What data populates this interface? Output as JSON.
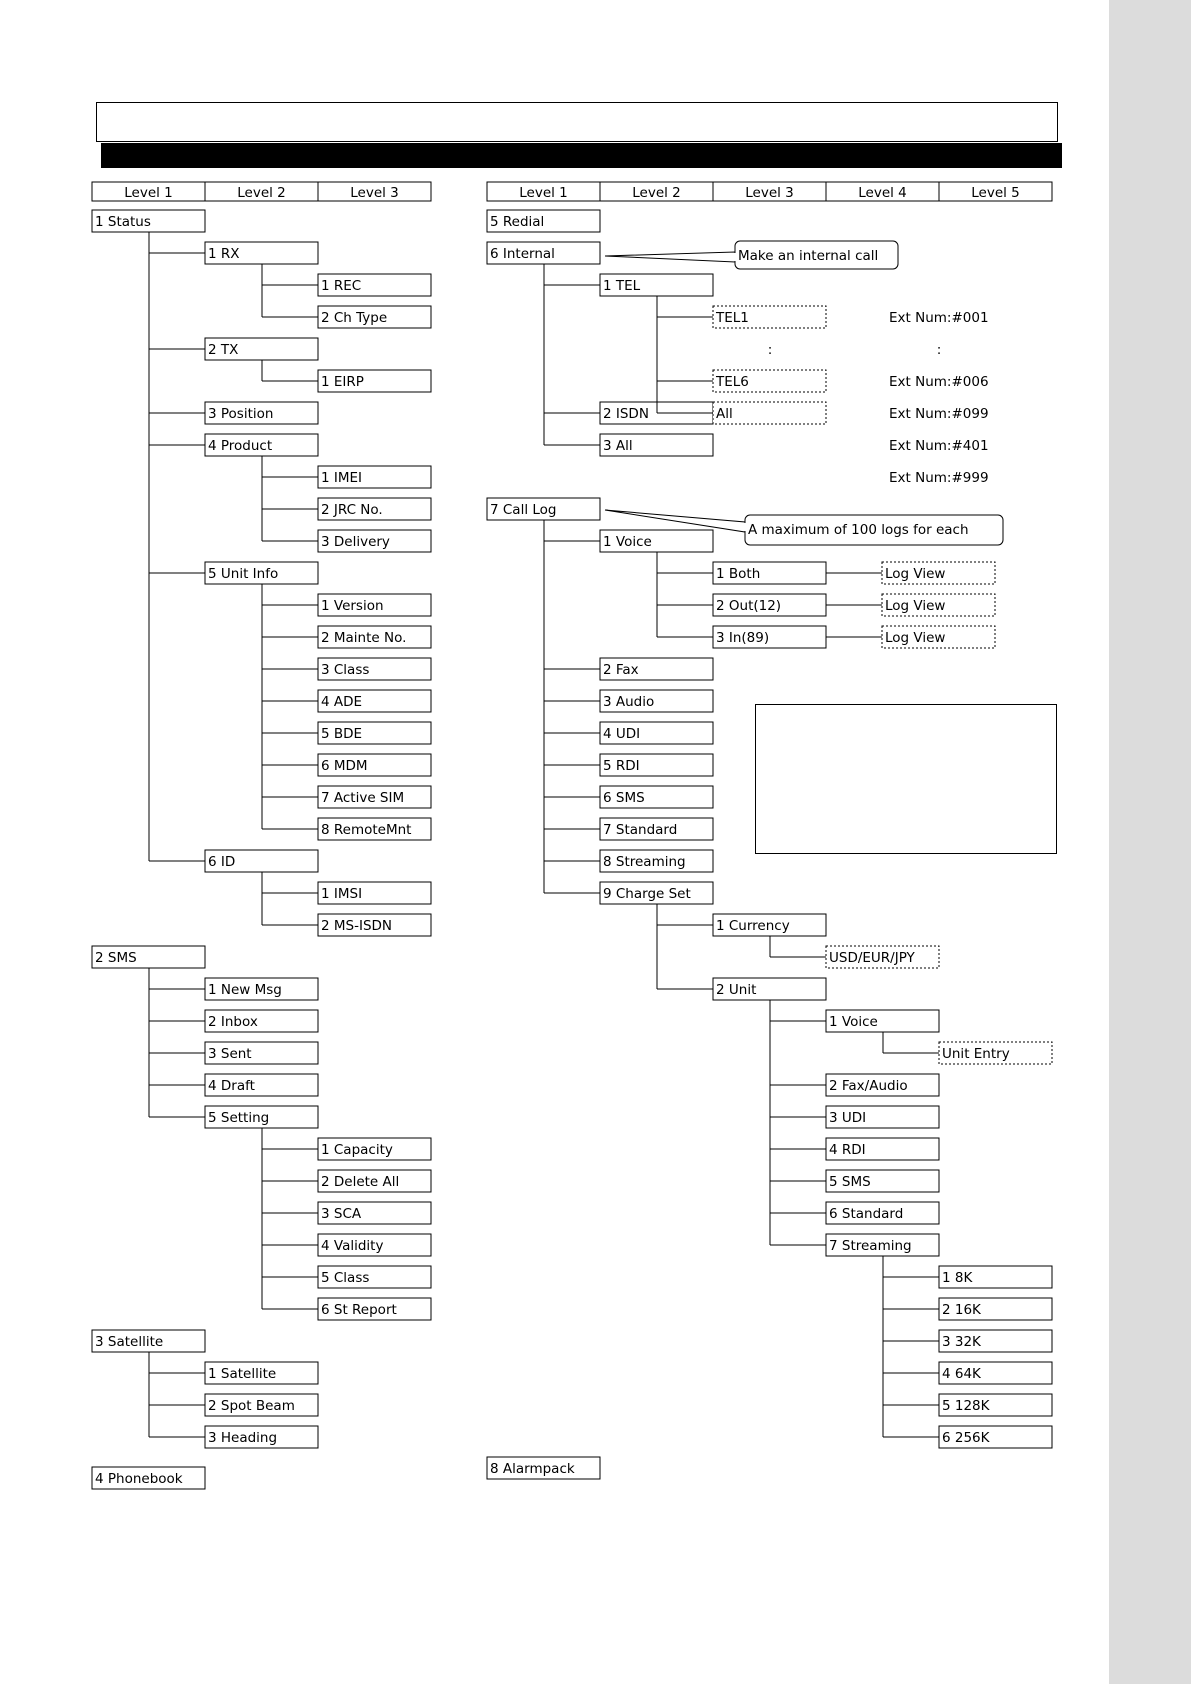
{
  "left_headers": [
    "Level 1",
    "Level 2",
    "Level 3"
  ],
  "right_headers": [
    "Level 1",
    "Level 2",
    "Level 3",
    "Level 4",
    "Level 5"
  ],
  "menu": {
    "status": {
      "label": "1 Status",
      "rx": {
        "label": "1 RX",
        "items": [
          "1 REC",
          "2 Ch Type"
        ]
      },
      "tx": {
        "label": "2 TX",
        "items": [
          "1 EIRP"
        ]
      },
      "position": "3 Position",
      "product": {
        "label": "4 Product",
        "items": [
          "1 IMEI",
          "2 JRC No.",
          "3 Delivery"
        ]
      },
      "unit_info": {
        "label": "5 Unit Info",
        "items": [
          "1 Version",
          "2 Mainte No.",
          "3 Class",
          "4 ADE",
          "5 BDE",
          "6 MDM",
          "7 Active SIM",
          "8 RemoteMnt"
        ]
      },
      "id": {
        "label": "6 ID",
        "items": [
          "1 IMSI",
          "2 MS-ISDN"
        ]
      }
    },
    "sms": {
      "label": "2 SMS",
      "items": [
        "1 New Msg",
        "2 Inbox",
        "3 Sent",
        "4 Draft"
      ],
      "setting": {
        "label": "5 Setting",
        "items": [
          "1 Capacity",
          "2 Delete All",
          "3 SCA",
          "4 Validity",
          "5 Class",
          "6 St Report"
        ]
      }
    },
    "satellite": {
      "label": "3 Satellite",
      "items": [
        "1 Satellite",
        "2 Spot Beam",
        "3 Heading"
      ]
    },
    "phonebook": "4 Phonebook",
    "redial": "5 Redial",
    "internal": {
      "label": "6 Internal",
      "callout": "Make an internal call",
      "tel": {
        "label": "1 TEL",
        "items": [
          "TEL1",
          "TEL6",
          "All"
        ],
        "ellipsis": ":"
      },
      "isdn": "2 ISDN",
      "all": "3 All",
      "ext_nums": [
        "Ext Num:#001",
        "Ext Num:#006",
        "Ext Num:#099",
        "Ext Num:#401",
        "Ext Num:#999"
      ]
    },
    "call_log": {
      "label": "7 Call Log",
      "callout": "A maximum of 100 logs for each",
      "voice": {
        "label": "1 Voice",
        "items": [
          "1 Both",
          "2 Out(12)",
          "3 In(89)"
        ],
        "views": [
          "Log View",
          "Log View",
          "Log View"
        ]
      },
      "items": [
        "2 Fax",
        "3 Audio",
        "4 UDI",
        "5 RDI",
        "6 SMS",
        "7 Standard",
        "8 Streaming"
      ],
      "charge_set": {
        "label": "9 Charge Set",
        "currency": {
          "label": "1 Currency",
          "value": "USD/EUR/JPY"
        },
        "unit": {
          "label": "2 Unit",
          "voice": {
            "label": "1 Voice",
            "value": "Unit Entry"
          },
          "items": [
            "2 Fax/Audio",
            "3 UDI",
            "4 RDI",
            "5 SMS",
            "6 Standard"
          ],
          "streaming": {
            "label": "7 Streaming",
            "items": [
              "1 8K",
              "2 16K",
              "3 32K",
              "4 64K",
              "5 128K",
              "6 256K"
            ]
          }
        }
      }
    },
    "alarmpack": "8 Alarmpack"
  }
}
